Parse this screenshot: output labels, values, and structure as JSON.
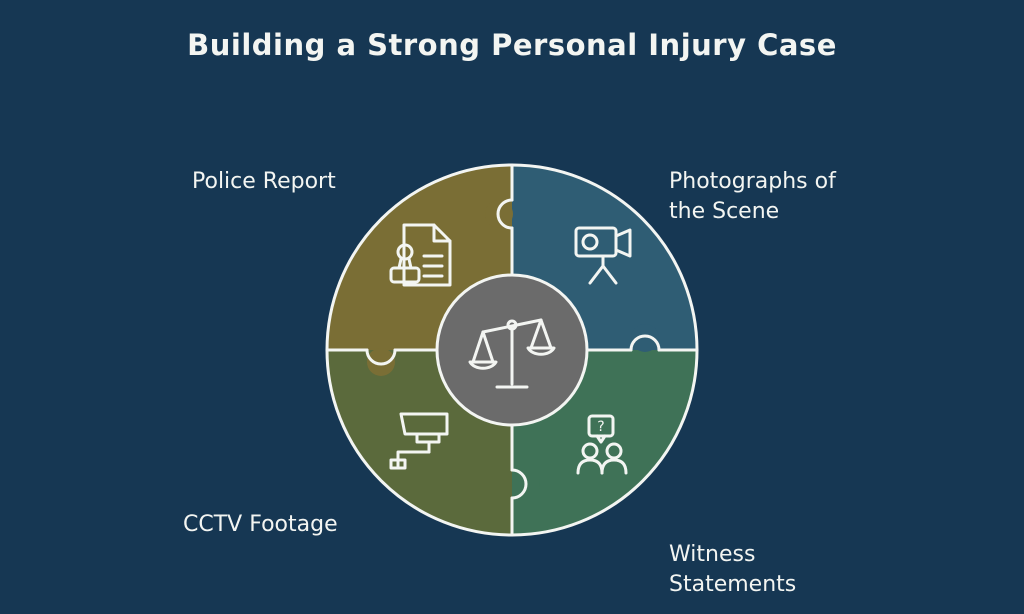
{
  "title": "Building a Strong Personal Injury Case",
  "segments": {
    "top_left": {
      "label": "Police Report",
      "icon": "police-report-icon",
      "color": "#7a6e35"
    },
    "top_right": {
      "label": "Photographs of\nthe Scene",
      "icon": "camera-icon",
      "color": "#2f5d74"
    },
    "bottom_right": {
      "label": "Witness\nStatements",
      "icon": "witness-icon",
      "color": "#3f7257"
    },
    "bottom_left": {
      "label": "CCTV Footage",
      "icon": "cctv-icon",
      "color": "#5b6a3c"
    }
  },
  "center": {
    "icon": "scales-of-justice-icon",
    "color": "#6b6b6b"
  },
  "colors": {
    "background": "#163753",
    "outline": "#f3f5f2"
  }
}
